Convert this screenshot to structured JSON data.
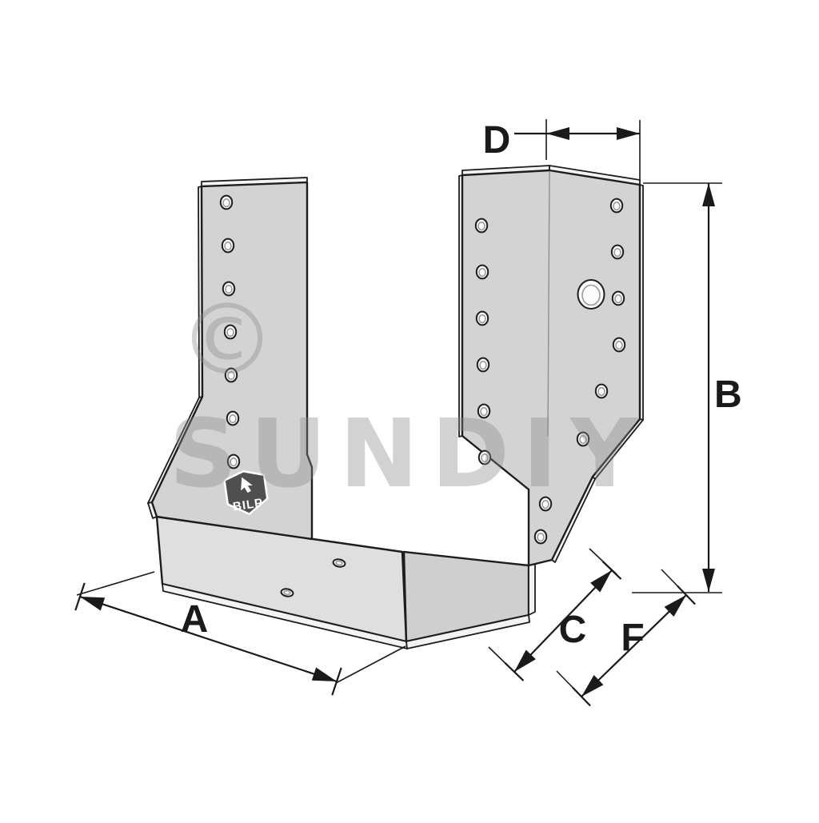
{
  "watermark": {
    "symbol": "©",
    "brand": "SUNDIY"
  },
  "badge": {
    "label": "BILP"
  },
  "dimensions": {
    "a": {
      "label": "A"
    },
    "b": {
      "label": "B"
    },
    "c": {
      "label": "C"
    },
    "d": {
      "label": "D"
    },
    "f": {
      "label": "F"
    }
  },
  "colors": {
    "background": "#ffffff",
    "outline": "#1d1d1d",
    "metal_face": "#d3d3d3",
    "metal_face_light": "#dfdfdf",
    "metal_wall": "#cfcfcf",
    "metal_edge": "#f3f3f3",
    "hole_fill": "#fcfcfc",
    "hole_ring": "#9a9a9a",
    "dimension": "#1a1a1a",
    "watermark": "#8a8a8a",
    "badge_fill": "#4f4f4f",
    "badge_text": "#ffffff"
  }
}
